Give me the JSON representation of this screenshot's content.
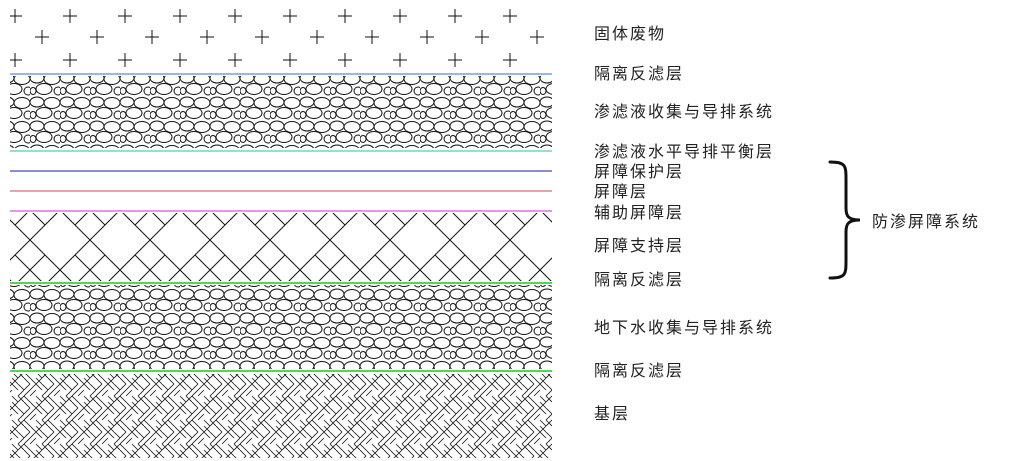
{
  "layers": {
    "solid_waste": "固体废物",
    "filter_1": "隔离反滤层",
    "leachate_collection": "渗滤液收集与导排系统",
    "leachate_horizontal": "渗滤液水平导排平衡层",
    "barrier_protection": "屏障保护层",
    "barrier": "屏障层",
    "aux_barrier": "辅助屏障层",
    "barrier_support": "屏障支持层",
    "filter_2": "隔离反滤层",
    "groundwater_collection": "地下水收集与导排系统",
    "filter_3": "隔离反滤层",
    "base": "基层"
  },
  "system": {
    "label": "防渗屏障系统"
  },
  "colors": {
    "blue_line": "#2a6fdb",
    "green_line": "#1fc51f",
    "teal_line": "#2fbf8f",
    "navy_line": "#1a1aa0",
    "red_line": "#d44a4a",
    "magenta_line": "#c832c8",
    "ink": "#111111"
  }
}
